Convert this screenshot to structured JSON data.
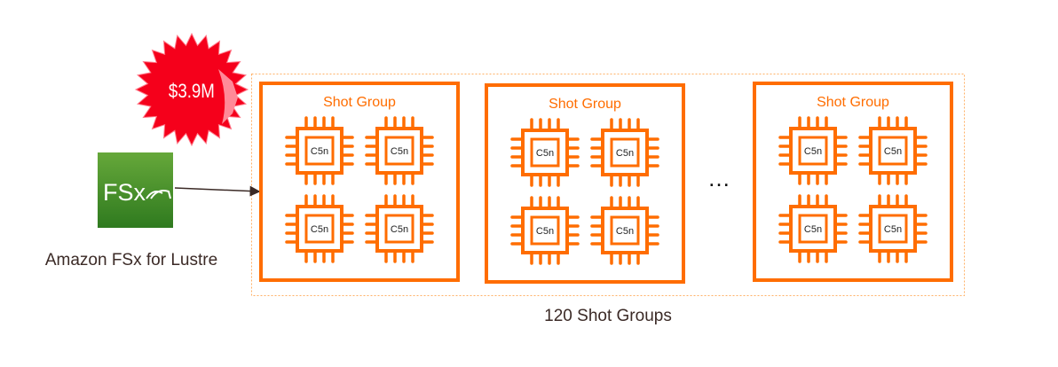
{
  "cost_badge": {
    "text": "$3.9M",
    "color": "#f5001b"
  },
  "storage": {
    "icon_text": "FSx",
    "label": "Amazon FSx for Lustre",
    "color": "#3f8f2a"
  },
  "group_title": "Shot Group",
  "instance_label": "C5n",
  "groups": [
    {
      "title": "Shot Group",
      "instances": [
        "C5n",
        "C5n",
        "C5n",
        "C5n"
      ]
    },
    {
      "title": "Shot Group",
      "instances": [
        "C5n",
        "C5n",
        "C5n",
        "C5n"
      ]
    },
    {
      "title": "Shot Group",
      "instances": [
        "C5n",
        "C5n",
        "C5n",
        "C5n"
      ]
    }
  ],
  "ellipsis": "…",
  "caption": "120 Shot Groups",
  "colors": {
    "accent": "#ff6d00",
    "text": "#3b2a26"
  }
}
